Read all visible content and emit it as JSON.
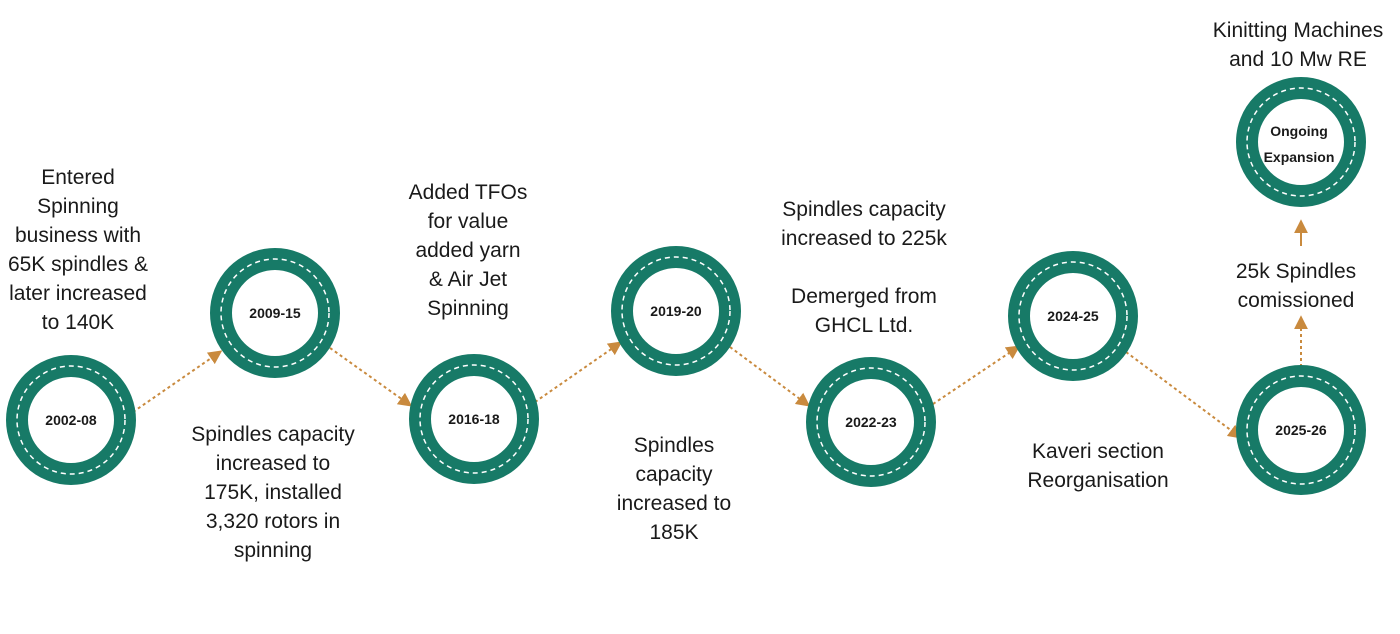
{
  "colors": {
    "ring": "#177a67",
    "ring_dash": "#ffffff",
    "arrow": "#c98a3e",
    "text": "#1a1a1a"
  },
  "milestones": [
    {
      "label": "2002-08",
      "description": "Entered\nSpinning\nbusiness with\n65K spindles &\nlater increased\nto 140K"
    },
    {
      "label": "2009-15",
      "description": "Spindles capacity\nincreased to\n175K, installed\n3,320 rotors in\nspinning"
    },
    {
      "label": "2016-18",
      "description": "Added TFOs\nfor value\nadded yarn\n& Air Jet\nSpinning"
    },
    {
      "label": "2019-20",
      "description": "Spindles\ncapacity\nincreased to\n185K"
    },
    {
      "label": "2022-23",
      "description": "Spindles capacity\nincreased to 225k\n\nDemerged from\nGHCL Ltd."
    },
    {
      "label": "2024-25",
      "description": "Kaveri section\nReorganisation"
    },
    {
      "label": "2025-26",
      "description": "25k Spindles\ncomissioned"
    },
    {
      "label_line1": "Ongoing",
      "label_line2": "Expansion",
      "description": "Kinitting Machines\nand 10 Mw RE"
    }
  ]
}
